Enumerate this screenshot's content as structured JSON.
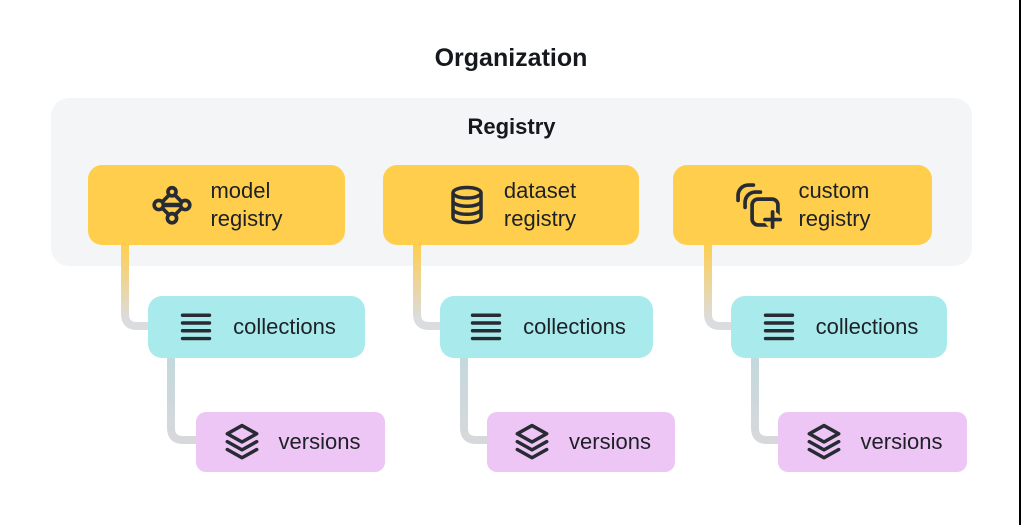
{
  "title": "Organization",
  "registry_group": {
    "label": "Registry"
  },
  "columns": [
    {
      "registry": {
        "icon": "model-graph-icon",
        "label_line1": "model",
        "label_line2": "registry"
      },
      "collections": {
        "icon": "list-lines-icon",
        "label": "collections"
      },
      "versions": {
        "icon": "layers-stack-icon",
        "label": "versions"
      }
    },
    {
      "registry": {
        "icon": "database-icon",
        "label_line1": "dataset",
        "label_line2": "registry"
      },
      "collections": {
        "icon": "list-lines-icon",
        "label": "collections"
      },
      "versions": {
        "icon": "layers-stack-icon",
        "label": "versions"
      }
    },
    {
      "registry": {
        "icon": "stacked-squares-plus-icon",
        "label_line1": "custom",
        "label_line2": "registry"
      },
      "collections": {
        "icon": "list-lines-icon",
        "label": "collections"
      },
      "versions": {
        "icon": "layers-stack-icon",
        "label": "versions"
      }
    }
  ],
  "colors": {
    "registry_box": "#ffce4d",
    "collections_box": "#a9ebed",
    "versions_box": "#eec6f5",
    "container_bg": "#f4f5f6",
    "connector_gray": "#dbdcdf",
    "connector_cyan_gray": "#c2d9dd",
    "icon_stroke": "#272b33",
    "text": "#1d2126",
    "edge_line": "#000000"
  }
}
